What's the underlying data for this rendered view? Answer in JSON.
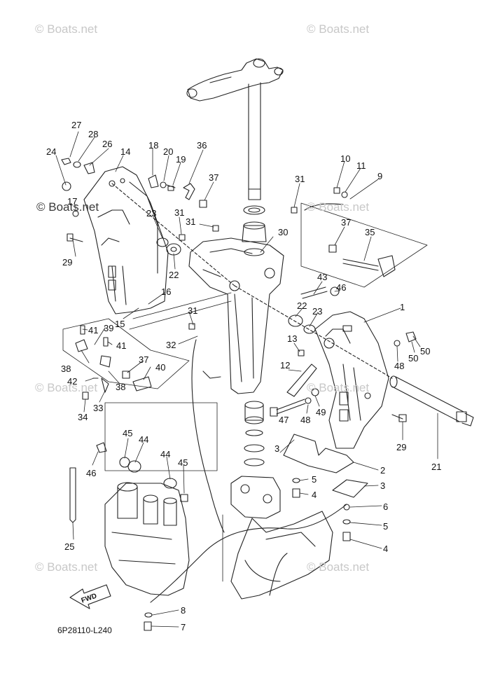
{
  "watermark_text": "© Boats.net",
  "figure_code": "6P28110-L240",
  "direction_label": "FWD",
  "callouts": [
    "1",
    "2",
    "3",
    "3",
    "4",
    "4",
    "5",
    "5",
    "6",
    "7",
    "8",
    "9",
    "10",
    "11",
    "12",
    "13",
    "14",
    "15",
    "16",
    "17",
    "18",
    "19",
    "20",
    "21",
    "22",
    "22",
    "23",
    "23",
    "24",
    "26",
    "27",
    "28",
    "29",
    "29",
    "30",
    "31",
    "31",
    "31",
    "31",
    "32",
    "33",
    "34",
    "35",
    "36",
    "37",
    "37",
    "37",
    "38",
    "38",
    "39",
    "40",
    "41",
    "41",
    "42",
    "43",
    "44",
    "44",
    "45",
    "45",
    "46",
    "46",
    "47",
    "48",
    "48",
    "49",
    "50",
    "50",
    "25"
  ],
  "colors": {
    "line": "#222222",
    "watermark": "#c8c8c8",
    "background": "#ffffff"
  }
}
